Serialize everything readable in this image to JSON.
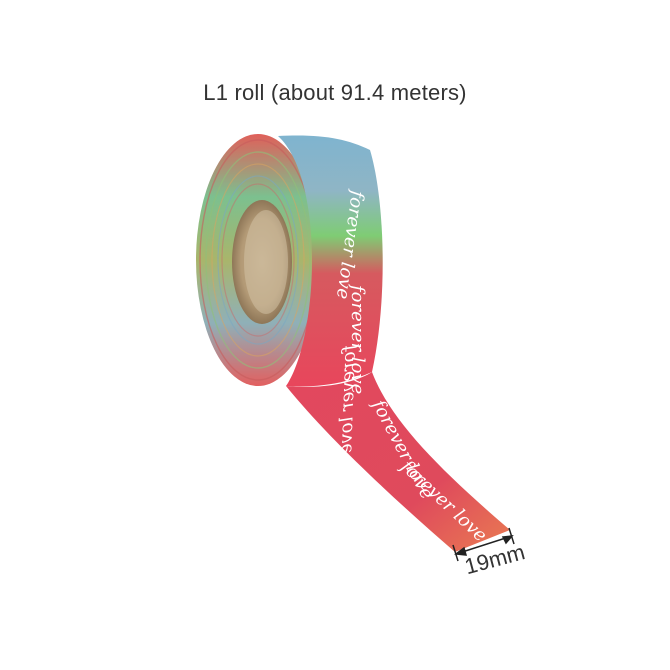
{
  "product": {
    "caption": "L1 roll (about 91.4 meters)",
    "print_text": "forever love",
    "width_label": "19mm",
    "colors": {
      "gradient_top": "#7fb2d6",
      "gradient_mid": "#7fcf6a",
      "gradient_bottom": "#e8405a",
      "core": "#cdb89a",
      "core_shadow": "#9d8465"
    }
  }
}
